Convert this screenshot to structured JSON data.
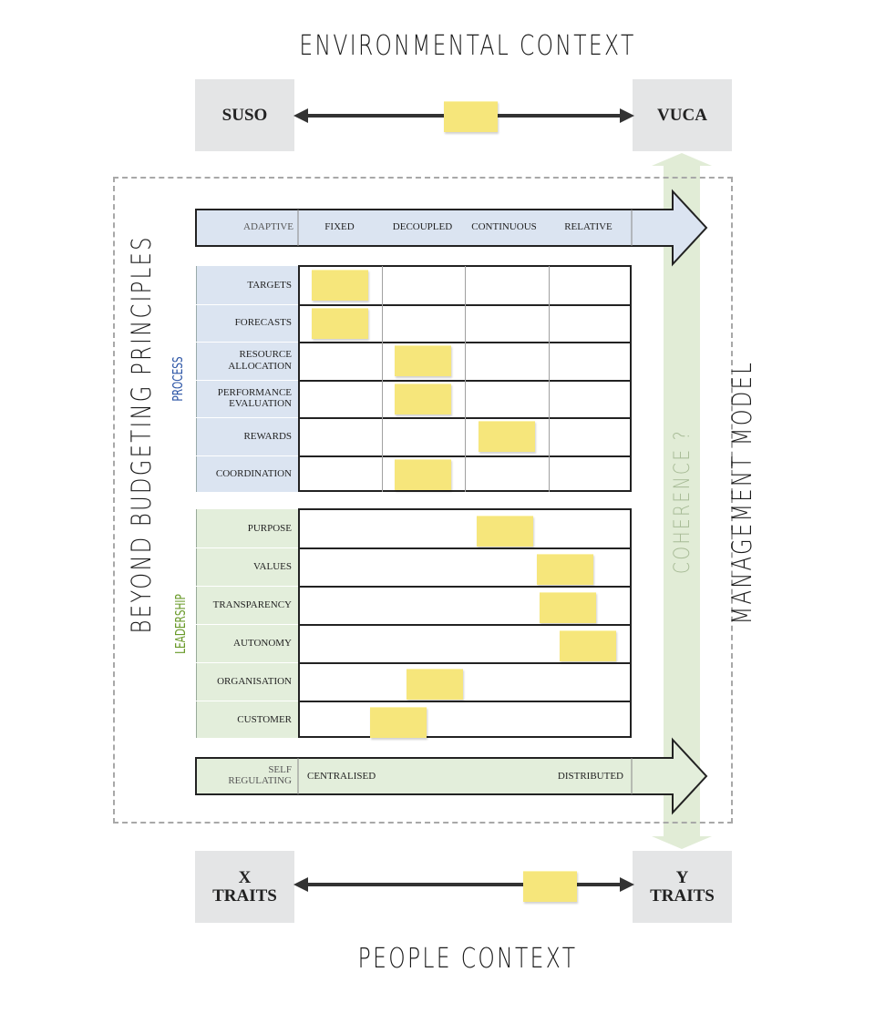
{
  "environmental_title": "ENVIRONMENTAL CONTEXT",
  "people_title": "PEOPLE CONTEXT",
  "left_vertical_title": "BEYOND BUDGETING PRINCIPLES",
  "right_vertical_title": "MANAGEMENT MODEL",
  "coherence_label": "COHERENCE ?",
  "environment_axis": {
    "left": "SUSO",
    "right": "VUCA",
    "position": 0.52
  },
  "people_axis": {
    "left_line1": "X",
    "left_line2": "TRAITS",
    "right_line1": "Y",
    "right_line2": "TRAITS",
    "position": 0.77
  },
  "process": {
    "section_label": "PROCESS",
    "arrow_label": "ADAPTIVE",
    "columns": [
      "FIXED",
      "DECOUPLED",
      "CONTINUOUS",
      "RELATIVE"
    ],
    "rows": [
      {
        "line1": "TARGETS",
        "line2": "",
        "column": 0
      },
      {
        "line1": "FORECASTS",
        "line2": "",
        "column": 0
      },
      {
        "line1": "RESOURCE",
        "line2": "ALLOCATION",
        "column": 1
      },
      {
        "line1": "PERFORMANCE",
        "line2": "EVALUATION",
        "column": 1
      },
      {
        "line1": "REWARDS",
        "line2": "",
        "column": 2
      },
      {
        "line1": "COORDINATION",
        "line2": "",
        "column": 1
      }
    ]
  },
  "leadership": {
    "section_label": "LEADERSHIP",
    "arrow_label_line1": "SELF",
    "arrow_label_line2": "REGULATING",
    "scale_left": "CENTRALISED",
    "scale_right": "DISTRIBUTED",
    "rows": [
      {
        "label": "PURPOSE",
        "position": 0.62
      },
      {
        "label": "VALUES",
        "position": 0.8
      },
      {
        "label": "TRANSPARENCY",
        "position": 0.81
      },
      {
        "label": "AUTONOMY",
        "position": 0.87
      },
      {
        "label": "ORGANISATION",
        "position": 0.41
      },
      {
        "label": "CUSTOMER",
        "position": 0.3
      }
    ]
  },
  "colors": {
    "process_fill": "#dbe4f1",
    "leadership_fill": "#e3eedb",
    "coherence_fill": "#e1ecd6",
    "sticky": "#f6e67b",
    "process_label": "#2d56a6",
    "leadership_label": "#6a9a2a",
    "coherence_text": "#a7bb96"
  }
}
